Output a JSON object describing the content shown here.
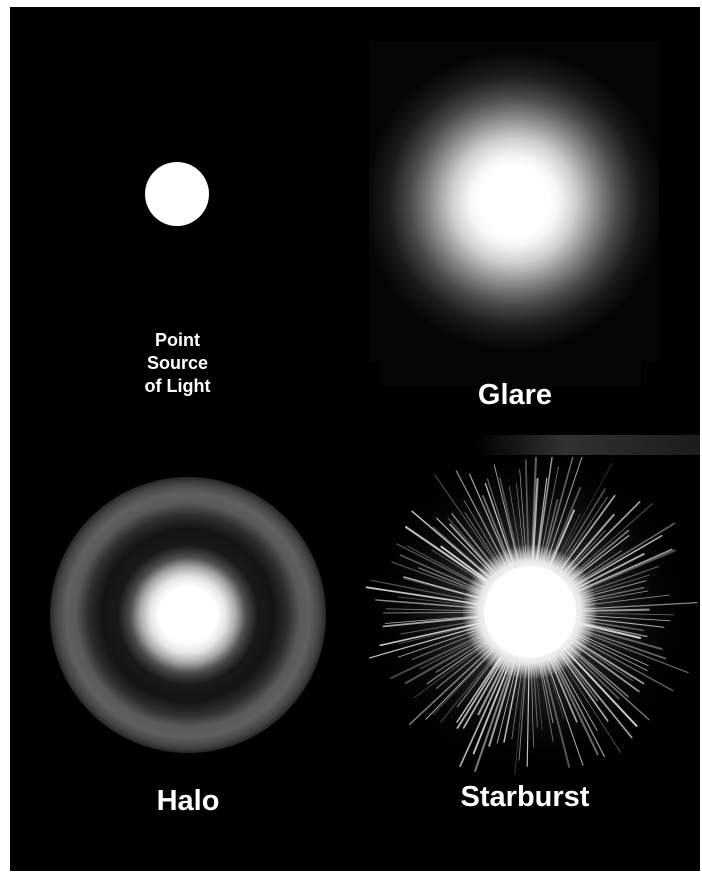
{
  "panels": {
    "point": {
      "label": "Point\nSource\nof Light"
    },
    "glare": {
      "label": "Glare"
    },
    "halo": {
      "label": "Halo"
    },
    "starburst": {
      "label": "Starburst"
    }
  },
  "colors": {
    "background": "#000000",
    "light": "#ffffff"
  }
}
